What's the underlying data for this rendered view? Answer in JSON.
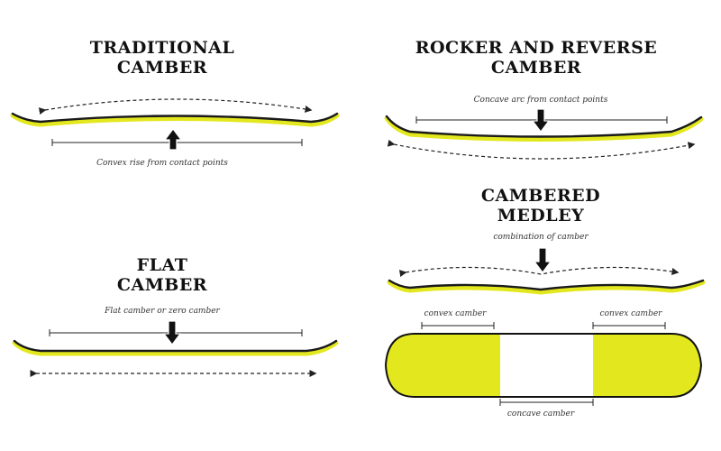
{
  "panels": {
    "traditional": {
      "title_line1": "TRADITIONAL",
      "title_line2": "CAMBER",
      "caption": "Convex rise from contact points"
    },
    "rocker": {
      "title_line1": "ROCKER AND REVERSE",
      "title_line2": "CAMBER",
      "caption": "Concave  arc from contact points"
    },
    "flat": {
      "title_line1": "FLAT",
      "title_line2": "CAMBER",
      "caption": "Flat camber or zero camber"
    },
    "medley": {
      "title_line1": "CAMBERED",
      "title_line2": "MEDLEY",
      "caption": "combination of camber",
      "left_zone_label": "convex camber",
      "right_zone_label": "convex camber",
      "center_zone_label": "concave camber"
    }
  },
  "colors": {
    "board_base": "#e3e81e",
    "board_top": "#1a1a1a",
    "line": "#222222",
    "text": "#111111"
  }
}
